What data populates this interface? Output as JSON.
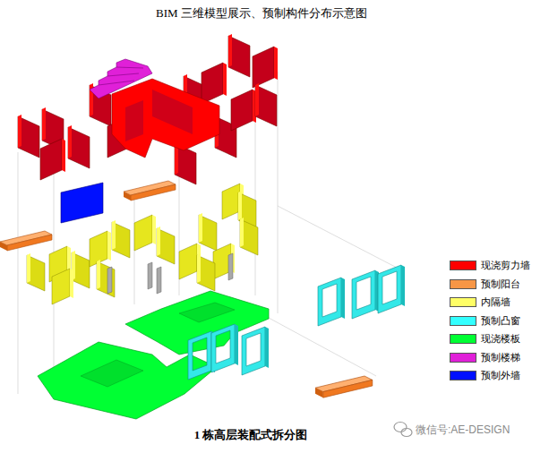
{
  "diagram": {
    "title": "BIM 三维模型展示、预制构件分布示意图",
    "caption": "1 栋高层装配式拆分图",
    "labels": [
      "微信号:AE-DESIGN"
    ],
    "legend": [
      {
        "text": "现浇剪力墙",
        "color": "#ff0000"
      },
      {
        "text": "预制阳台",
        "color": "#f79646"
      },
      {
        "text": "内隔墙",
        "color": "#ffff66"
      },
      {
        "text": "预制凸窗",
        "color": "#33ffff"
      },
      {
        "text": "现浇楼板",
        "color": "#00ff33"
      },
      {
        "text": "预制楼梯",
        "color": "#e020d8"
      },
      {
        "text": "预制外墙",
        "color": "#0010ff"
      }
    ]
  }
}
